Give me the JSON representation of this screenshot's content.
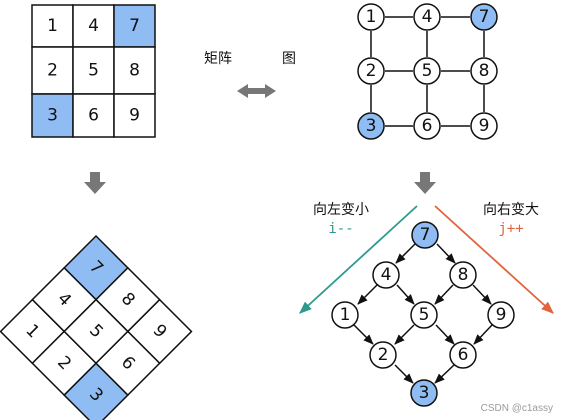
{
  "matrix": {
    "cells": [
      [
        "1",
        "4",
        "7"
      ],
      [
        "2",
        "5",
        "8"
      ],
      [
        "3",
        "6",
        "9"
      ]
    ],
    "highlighted": [
      "7",
      "3"
    ]
  },
  "labels": {
    "matrix": "矩阵",
    "graph": "图",
    "left_direction": "向左变小",
    "left_code": "i--",
    "right_direction": "向右变大",
    "right_code": "j++"
  },
  "graph": {
    "nodes": [
      "1",
      "4",
      "7",
      "2",
      "5",
      "8",
      "3",
      "6",
      "9"
    ],
    "highlighted": [
      "7",
      "3"
    ]
  },
  "tree": {
    "nodes": [
      "7",
      "4",
      "8",
      "1",
      "5",
      "9",
      "2",
      "6",
      "3"
    ],
    "highlighted": [
      "7",
      "3"
    ]
  },
  "watermark": "CSDN @c1assy",
  "colors": {
    "highlight": "#8ebcf3",
    "cell_bg": "#ffffff",
    "line": "#111111",
    "arrow_gray": "#777777",
    "left_teal": "#2e9a8e",
    "right_orange": "#e0643c",
    "watermark": "#9a9a9a"
  }
}
